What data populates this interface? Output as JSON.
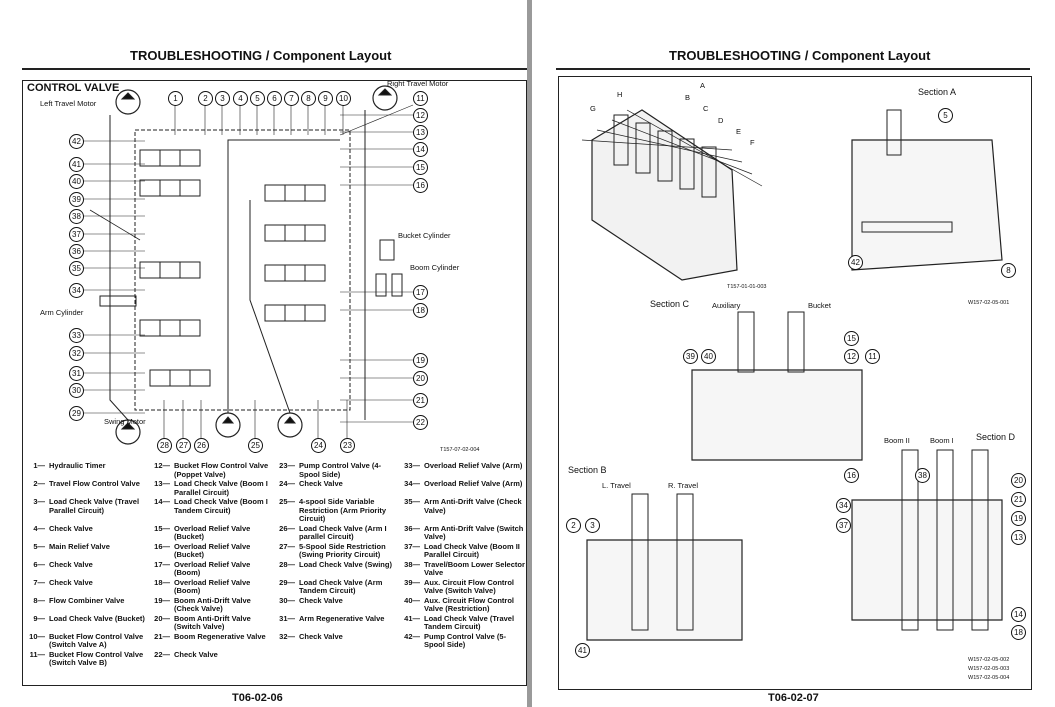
{
  "left_page": {
    "header": "TROUBLESHOOTING / Component Layout",
    "footer": "T06-02-06",
    "diagram_title": "CONTROL VALVE",
    "labels": {
      "left_travel_motor": "Left Travel Motor",
      "right_travel_motor": "Right Travel Motor",
      "bucket_cylinder": "Bucket Cylinder",
      "boom_cylinder": "Boom Cylinder",
      "arm_cylinder": "Arm Cylinder",
      "swing_motor": "Swing Motor",
      "figure_code": "T157-07-02-004"
    },
    "callouts": [
      "1",
      "2",
      "3",
      "4",
      "5",
      "6",
      "7",
      "8",
      "9",
      "10",
      "11",
      "12",
      "13",
      "14",
      "15",
      "16",
      "17",
      "18",
      "19",
      "20",
      "21",
      "22",
      "23",
      "24",
      "25",
      "26",
      "27",
      "28",
      "29",
      "30",
      "31",
      "32",
      "33",
      "34",
      "35",
      "36",
      "37",
      "38",
      "39",
      "40",
      "41",
      "42"
    ],
    "legend": [
      {
        "n": "1—",
        "t": "Hydraulic Timer"
      },
      {
        "n": "2—",
        "t": "Travel Flow Control Valve"
      },
      {
        "n": "3—",
        "t": "Load Check Valve (Travel Parallel Circuit)"
      },
      {
        "n": "4—",
        "t": "Check Valve"
      },
      {
        "n": "5—",
        "t": "Main Relief Valve"
      },
      {
        "n": "6—",
        "t": "Check Valve"
      },
      {
        "n": "7—",
        "t": "Check Valve"
      },
      {
        "n": "8—",
        "t": "Flow Combiner Valve"
      },
      {
        "n": "9—",
        "t": "Load Check Valve (Bucket)"
      },
      {
        "n": "10—",
        "t": "Bucket Flow Control Valve (Switch Valve A)"
      },
      {
        "n": "11—",
        "t": "Bucket Flow Control Valve (Switch Valve B)"
      },
      {
        "n": "12—",
        "t": "Bucket Flow Control Valve (Poppet Valve)"
      },
      {
        "n": "13—",
        "t": "Load Check Valve (Boom I Parallel Circuit)"
      },
      {
        "n": "14—",
        "t": "Load Check Valve (Boom I Tandem Circuit)"
      },
      {
        "n": "15—",
        "t": "Overload Relief Valve (Bucket)"
      },
      {
        "n": "16—",
        "t": "Overload Relief Valve (Bucket)"
      },
      {
        "n": "17—",
        "t": "Overload Relief Valve (Boom)"
      },
      {
        "n": "18—",
        "t": "Overload Relief Valve (Boom)"
      },
      {
        "n": "19—",
        "t": "Boom Anti-Drift Valve (Check Valve)"
      },
      {
        "n": "20—",
        "t": "Boom Anti-Drift Valve (Switch Valve)"
      },
      {
        "n": "21—",
        "t": "Boom Regenerative Valve"
      },
      {
        "n": "22—",
        "t": "Check Valve"
      },
      {
        "n": "23—",
        "t": "Pump Control Valve (4-Spool Side)"
      },
      {
        "n": "24—",
        "t": "Check Valve"
      },
      {
        "n": "25—",
        "t": "4-spool Side Variable Restriction (Arm Priority Circuit)"
      },
      {
        "n": "26—",
        "t": "Load Check Valve (Arm I parallel Circuit)"
      },
      {
        "n": "27—",
        "t": "5-Spool Side Restriction (Swing Priority Circuit)"
      },
      {
        "n": "28—",
        "t": "Load Check Valve (Swing)"
      },
      {
        "n": "29—",
        "t": "Load Check Valve (Arm Tandem Circuit)"
      },
      {
        "n": "30—",
        "t": "Check Valve"
      },
      {
        "n": "31—",
        "t": "Arm Regenerative Valve"
      },
      {
        "n": "32—",
        "t": "Check Valve"
      },
      {
        "n": "33—",
        "t": "Overload Relief Valve (Arm)"
      },
      {
        "n": "34—",
        "t": "Overload Relief Valve (Arm)"
      },
      {
        "n": "35—",
        "t": "Arm Anti-Drift Valve (Check Valve)"
      },
      {
        "n": "36—",
        "t": "Arm Anti-Drift Valve (Switch Valve)"
      },
      {
        "n": "37—",
        "t": "Load Check Valve (Boom II Parallel Circuit)"
      },
      {
        "n": "38—",
        "t": "Travel/Boom Lower Selector Valve"
      },
      {
        "n": "39—",
        "t": "Aux. Circuit Flow Control Valve (Switch Valve)"
      },
      {
        "n": "40—",
        "t": "Aux. Circuit Flow Control Valve (Restriction)"
      },
      {
        "n": "41—",
        "t": "Load Check Valve (Travel Tandem Circuit)"
      },
      {
        "n": "42—",
        "t": "Pump Control Valve (5-Spool Side)"
      }
    ]
  },
  "right_page": {
    "header": "TROUBLESHOOTING / Component Layout",
    "footer": "T06-02-07",
    "labels": {
      "section_a": "Section A",
      "section_b": "Section B",
      "section_c": "Section C",
      "section_d": "Section D",
      "auxiliary": "Auxiliary",
      "bucket": "Bucket",
      "boom_2": "Boom II",
      "boom_1": "Boom I",
      "l_travel": "L. Travel",
      "r_travel": "R. Travel",
      "code_1": "T157-01-01-003",
      "code_2": "W157-02-05-001",
      "code_3": "W157-02-05-002",
      "code_4": "W157-02-05-003",
      "code_5": "W157-02-05-004"
    },
    "section_letters": [
      "A",
      "B",
      "C",
      "D",
      "E",
      "F",
      "G",
      "H"
    ],
    "callouts": [
      "5",
      "42",
      "8",
      "15",
      "12",
      "11",
      "39",
      "40",
      "16",
      "20",
      "34",
      "21",
      "38",
      "19",
      "37",
      "13",
      "2",
      "3",
      "41",
      "14",
      "18"
    ]
  }
}
